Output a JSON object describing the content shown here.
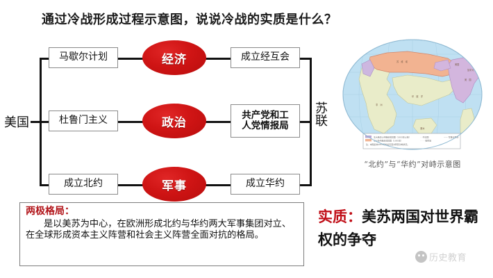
{
  "title": "通过冷战形成过程示意图，说说冷战的实质是什么？",
  "diagram": {
    "left_actor": "美国",
    "right_actor": "苏联",
    "rows": [
      {
        "domain": "经济",
        "us_action": "马歇尔计划",
        "ussr_action": "成立经互会"
      },
      {
        "domain": "政治",
        "us_action": "杜鲁门主义",
        "ussr_action": "共产党和工\n人党情报局"
      },
      {
        "domain": "军事",
        "us_action": "成立北约",
        "ussr_action": "成立华约"
      }
    ],
    "ellipse_color": "#cf1414"
  },
  "map": {
    "caption": "“北约”与“华约”对峙示意图",
    "ocean_color": "#bfe0f2",
    "ussr_color": "#f2b391",
    "usa_color": "#d3b6de",
    "land_color": "#e9ecc9"
  },
  "definition": {
    "heading": "两极格局：",
    "body": "是以美苏为中心，在欧洲形成北约与华约两大军事集团对立、在全球形成资本主义阵营和社会主义阵营全面对抗的格局。",
    "heading_color": "#b2161b"
  },
  "conclusion": {
    "key_label": "实质：",
    "text": "美苏两国对世界霸权的争夺",
    "key_color": "#c00d16"
  },
  "watermark": {
    "text": "历史教育"
  }
}
